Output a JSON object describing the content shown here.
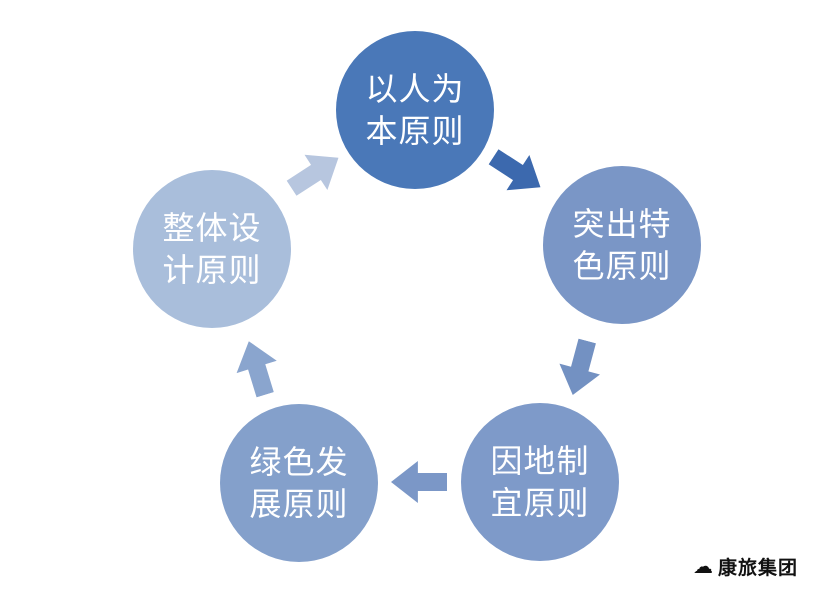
{
  "diagram": {
    "type": "cycle",
    "nodes": [
      {
        "id": "people-oriented",
        "label": "以人为\n本原则",
        "color": "#4a78b8"
      },
      {
        "id": "distinctive-features",
        "label": "突出特\n色原则",
        "color": "#7a96c6"
      },
      {
        "id": "local-conditions",
        "label": "因地制\n宜原则",
        "color": "#7e9ac9"
      },
      {
        "id": "green-development",
        "label": "绿色发\n展原则",
        "color": "#84a0cb"
      },
      {
        "id": "overall-design",
        "label": "整体设\n计原则",
        "color": "#a9bedb"
      }
    ],
    "arrows": [
      {
        "from": "people-oriented",
        "to": "distinctive-features",
        "color": "#3c69ae"
      },
      {
        "from": "distinctive-features",
        "to": "local-conditions",
        "color": "#7391c2"
      },
      {
        "from": "local-conditions",
        "to": "green-development",
        "color": "#7b97c7"
      },
      {
        "from": "green-development",
        "to": "overall-design",
        "color": "#8aa5ce"
      },
      {
        "from": "overall-design",
        "to": "people-oriented",
        "color": "#b7c6df"
      }
    ]
  },
  "watermark": {
    "logo_glyph": "☁",
    "text": "康旅集团"
  }
}
